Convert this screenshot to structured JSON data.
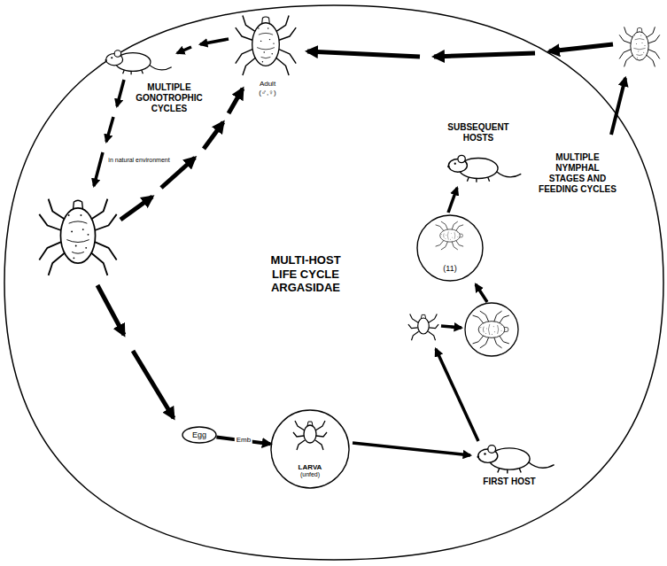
{
  "diagram": {
    "title": "MULTI-HOST LIFE CYCLE ARGASIDAE",
    "nodes": [
      {
        "text": [
          "Egg"
        ]
      },
      {
        "text": [
          "LARVA",
          "(unfed)"
        ]
      },
      {
        "text": [
          "(11)"
        ]
      }
    ],
    "edges": [
      {
        "from": 0,
        "to": 1,
        "arrow": "to",
        "label": "Emb"
      }
    ],
    "labels": [
      "Adult (♂,♀)",
      "MULTIPLE GONOTROPHIC CYCLES",
      "in natural environment",
      "FIRST HOST",
      "SUBSEQUENT HOSTS",
      "MULTIPLE NYMPHAL STAGES AND FEEDING CYCLES"
    ]
  }
}
